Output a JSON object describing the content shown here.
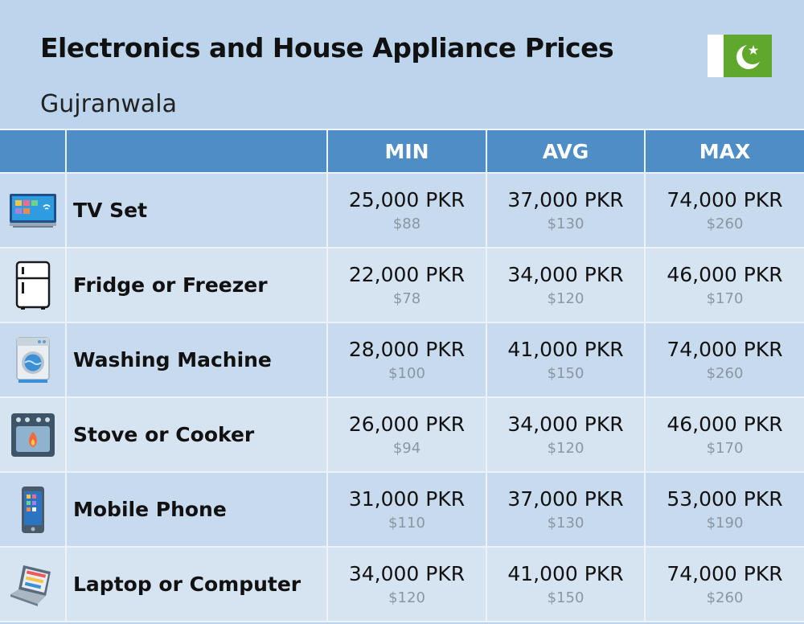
{
  "header": {
    "title": "Electronics and House Appliance Prices",
    "city": "Gujranwala"
  },
  "colors": {
    "background": "#bcd5ec",
    "header_row": "#4f8dc6",
    "row_odd": "#c8daee",
    "row_even": "#d6e4f2",
    "flag_green": "#5fa82c"
  },
  "chart_data": {
    "type": "table",
    "title": "Electronics and House Appliance Prices",
    "subtitle": "Gujranwala",
    "columns": [
      "MIN",
      "AVG",
      "MAX"
    ],
    "rows": [
      {
        "icon": "tv-icon",
        "label": "TV Set",
        "min": "25,000 PKR",
        "min_usd": "$88",
        "avg": "37,000 PKR",
        "avg_usd": "$130",
        "max": "74,000 PKR",
        "max_usd": "$260"
      },
      {
        "icon": "fridge-icon",
        "label": "Fridge or Freezer",
        "min": "22,000 PKR",
        "min_usd": "$78",
        "avg": "34,000 PKR",
        "avg_usd": "$120",
        "max": "46,000 PKR",
        "max_usd": "$170"
      },
      {
        "icon": "washing-machine-icon",
        "label": "Washing Machine",
        "min": "28,000 PKR",
        "min_usd": "$100",
        "avg": "41,000 PKR",
        "avg_usd": "$150",
        "max": "74,000 PKR",
        "max_usd": "$260"
      },
      {
        "icon": "stove-icon",
        "label": "Stove or Cooker",
        "min": "26,000 PKR",
        "min_usd": "$94",
        "avg": "34,000 PKR",
        "avg_usd": "$120",
        "max": "46,000 PKR",
        "max_usd": "$170"
      },
      {
        "icon": "mobile-phone-icon",
        "label": "Mobile Phone",
        "min": "31,000 PKR",
        "min_usd": "$110",
        "avg": "37,000 PKR",
        "avg_usd": "$130",
        "max": "53,000 PKR",
        "max_usd": "$190"
      },
      {
        "icon": "laptop-icon",
        "label": "Laptop or Computer",
        "min": "34,000 PKR",
        "min_usd": "$120",
        "avg": "41,000 PKR",
        "avg_usd": "$150",
        "max": "74,000 PKR",
        "max_usd": "$260"
      }
    ]
  }
}
